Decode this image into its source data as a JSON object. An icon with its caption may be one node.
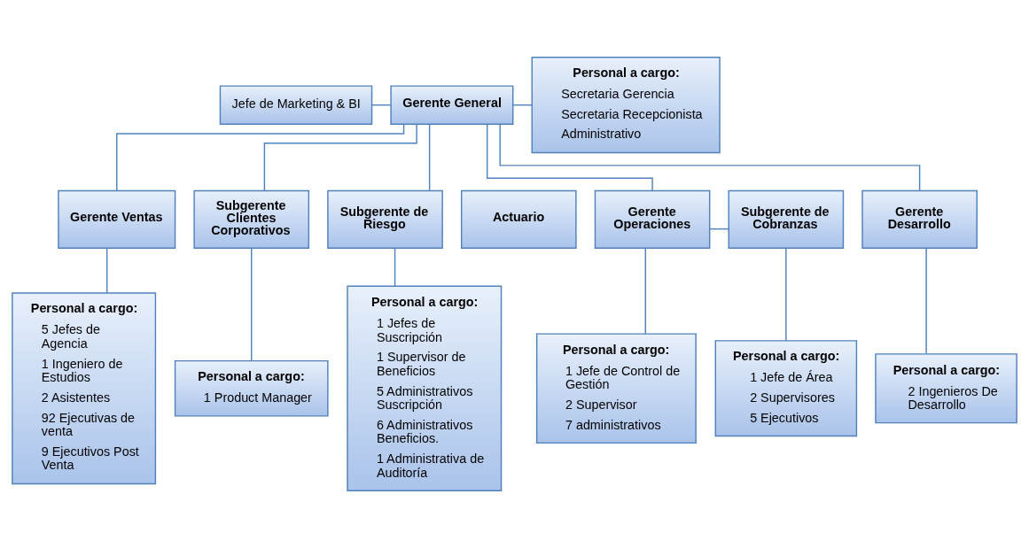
{
  "diagram": {
    "nodes": [
      {
        "text": [
          "Jefe de Marketing & BI"
        ]
      },
      {
        "text": [
          "Gerente General"
        ]
      },
      {
        "text": [
          "Personal a cargo:",
          "Secretaria Gerencia",
          "Secretaria Recepcionista",
          "Administrativo"
        ]
      },
      {
        "text": [
          "Gerente Ventas"
        ]
      },
      {
        "text": [
          "Subgerente Clientes Corporativos"
        ]
      },
      {
        "text": [
          "Subgerente de Riesgo"
        ]
      },
      {
        "text": [
          "Actuario"
        ]
      },
      {
        "text": [
          "Gerente Operaciones"
        ]
      },
      {
        "text": [
          "Subgerente de Cobranzas"
        ]
      },
      {
        "text": [
          "Gerente Desarrollo"
        ]
      },
      {
        "text": [
          "Personal a cargo:",
          "5 Jefes de Agencia",
          "1 Ingeniero de Estudios",
          "2 Asistentes",
          "92 Ejecutivas de venta",
          "9 Ejecutivos Post Venta"
        ]
      },
      {
        "text": [
          "Personal a cargo:",
          "1 Product Manager"
        ]
      },
      {
        "text": [
          "Personal a cargo:",
          "1 Jefes de Suscripción",
          "1 Supervisor de Beneficios",
          "5 Administrativos Suscripción",
          "6 Administrativos Beneficios.",
          "1 Administrativa de Auditoría"
        ]
      },
      {
        "text": [
          "Personal a cargo:",
          "1 Jefe de Control de Gestión",
          "2 Supervisor",
          "7 administrativos"
        ]
      },
      {
        "text": [
          "Personal a cargo:",
          "1 Jefe de Área",
          "2 Supervisores",
          "5 Ejecutivos"
        ]
      },
      {
        "text": [
          "Personal a cargo:",
          "2 Ingenieros De Desarrollo"
        ]
      }
    ],
    "edges": [
      {
        "from": 0,
        "to": 1,
        "arrow": "none"
      },
      {
        "from": 1,
        "to": 2,
        "arrow": "none"
      },
      {
        "from": 1,
        "to": 3,
        "arrow": "none"
      },
      {
        "from": 1,
        "to": 4,
        "arrow": "none"
      },
      {
        "from": 1,
        "to": 5,
        "arrow": "none"
      },
      {
        "from": 1,
        "to": 7,
        "arrow": "none"
      },
      {
        "from": 1,
        "to": 9,
        "arrow": "none"
      },
      {
        "from": 7,
        "to": 8,
        "arrow": "none"
      },
      {
        "from": 3,
        "to": 10,
        "arrow": "none"
      },
      {
        "from": 4,
        "to": 11,
        "arrow": "none"
      },
      {
        "from": 5,
        "to": 12,
        "arrow": "none"
      },
      {
        "from": 7,
        "to": 13,
        "arrow": "none"
      },
      {
        "from": 8,
        "to": 14,
        "arrow": "none"
      },
      {
        "from": 9,
        "to": 15,
        "arrow": "none"
      }
    ]
  }
}
